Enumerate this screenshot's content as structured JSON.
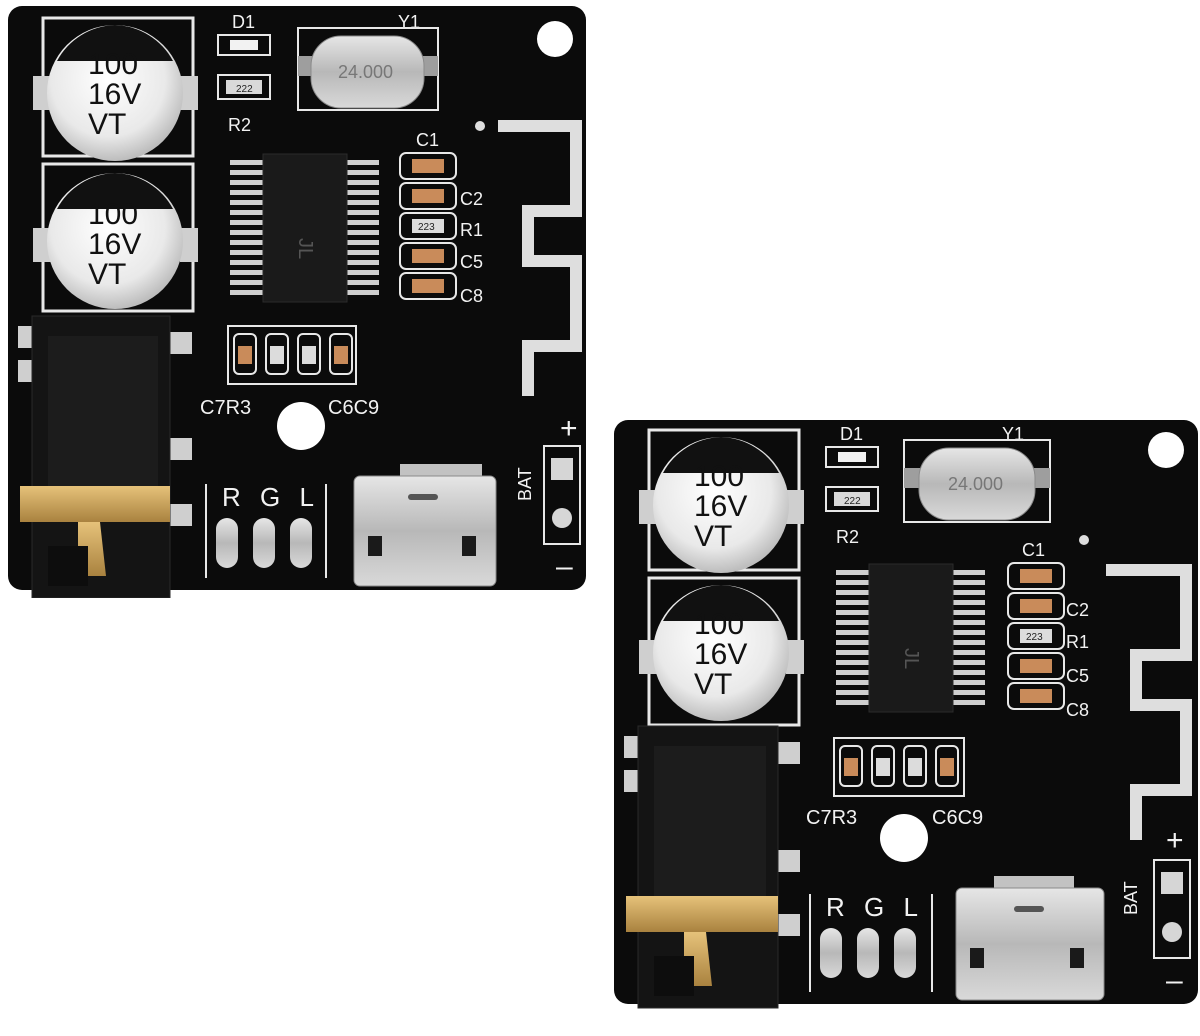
{
  "boards": [
    {
      "capacitors": [
        {
          "lines": [
            "100",
            "16V",
            "VT"
          ]
        },
        {
          "lines": [
            "100",
            "16V",
            "VT"
          ]
        }
      ],
      "labels": {
        "d1": "D1",
        "y1": "Y1",
        "r2": "R2",
        "r2_marking": "222",
        "c1": "C1",
        "c2": "C2",
        "r1": "R1",
        "r1_marking": "223",
        "c5": "C5",
        "c8": "C8",
        "c7r3": "C7R3",
        "c6c9": "C6C9",
        "bat": "BAT",
        "plus": "+",
        "minus": "–",
        "rgl": "R G L",
        "crystal": "24.000",
        "chip_logo": "JL"
      }
    },
    {
      "capacitors": [
        {
          "lines": [
            "100",
            "16V",
            "VT"
          ]
        },
        {
          "lines": [
            "100",
            "16V",
            "VT"
          ]
        }
      ],
      "labels": {
        "d1": "D1",
        "y1": "Y1",
        "r2": "R2",
        "r2_marking": "222",
        "c1": "C1",
        "c2": "C2",
        "r1": "R1",
        "r1_marking": "223",
        "c5": "C5",
        "c8": "C8",
        "c7r3": "C7R3",
        "c6c9": "C6C9",
        "bat": "BAT",
        "plus": "+",
        "minus": "–",
        "rgl": "R G L",
        "crystal": "24.000",
        "chip_logo": "JL"
      }
    }
  ],
  "colors": {
    "pcb": "#0b0b0b",
    "silkscreen": "#f2f2f2",
    "gold": "#c9a45a",
    "silver": "#c9c9c9",
    "smd_cap": "#c98b5a"
  }
}
